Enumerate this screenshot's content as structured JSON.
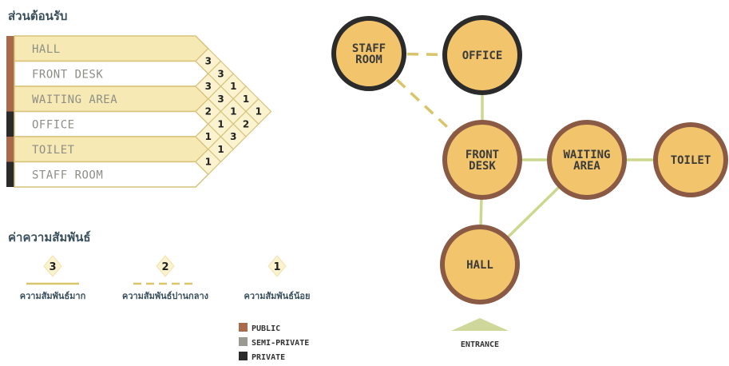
{
  "title": "ส่วนต้อนรับ",
  "colors": {
    "public": "#a86a4a",
    "semi_private": "#9a9a92",
    "private": "#2a2a2a",
    "band": "#f7e9b4",
    "band_border": "#d8c27a",
    "node_fill": "#f2c46b",
    "node_ring": "#8a5a44",
    "node_ring_dark": "#2b2b2b",
    "line": "#cdd88f",
    "dash": "#d8c46a"
  },
  "matrix": {
    "rows": [
      {
        "label": "HALL",
        "category": "public"
      },
      {
        "label": "FRONT DESK",
        "category": "public"
      },
      {
        "label": "WAITING AREA",
        "category": "public"
      },
      {
        "label": "OFFICE",
        "category": "private"
      },
      {
        "label": "TOILET",
        "category": "public"
      },
      {
        "label": "STAFF ROOM",
        "category": "private"
      }
    ],
    "cells": [
      {
        "label": "3",
        "pair": "HALL-FRONT DESK"
      },
      {
        "label": "3",
        "pair": "HALL-WAITING AREA"
      },
      {
        "label": "1",
        "pair": "HALL-OFFICE"
      },
      {
        "label": "1",
        "pair": "HALL-TOILET"
      },
      {
        "label": "1",
        "pair": "HALL-STAFF ROOM"
      },
      {
        "label": "3",
        "pair": "FRONT DESK-WAITING AREA"
      },
      {
        "label": "3",
        "pair": "FRONT DESK-OFFICE"
      },
      {
        "label": "1",
        "pair": "FRONT DESK-TOILET"
      },
      {
        "label": "2",
        "pair": "FRONT DESK-STAFF ROOM"
      },
      {
        "label": "2",
        "pair": "WAITING AREA-OFFICE"
      },
      {
        "label": "1",
        "pair": "WAITING AREA-TOILET"
      },
      {
        "label": "3",
        "pair": "WAITING AREA-STAFF ROOM"
      },
      {
        "label": "1",
        "pair": "OFFICE-TOILET"
      },
      {
        "label": "1",
        "pair": "OFFICE-STAFF ROOM"
      },
      {
        "label": "1",
        "pair": "TOILET-STAFF ROOM"
      }
    ]
  },
  "legend": {
    "title": "ค่าความสัมพันธ์",
    "items": [
      {
        "value": "3",
        "text": "ความสัมพันธ์มาก",
        "style": "solid"
      },
      {
        "value": "2",
        "text": "ความสัมพันธ์ปานกลาง",
        "style": "dashed"
      },
      {
        "value": "1",
        "text": "ความสัมพันธ์น้อย",
        "style": "none"
      }
    ]
  },
  "categories": [
    {
      "text": "PUBLIC",
      "color": "#a86a4a"
    },
    {
      "text": "SEMI-PRIVATE",
      "color": "#9a9a92"
    },
    {
      "text": "PRIVATE",
      "color": "#2a2a2a"
    }
  ],
  "bubble_diagram": {
    "nodes": [
      {
        "id": "staff",
        "lines": [
          "STAFF",
          "ROOM"
        ],
        "ring": "dark"
      },
      {
        "id": "office",
        "lines": [
          "OFFICE"
        ],
        "ring": "dark"
      },
      {
        "id": "front",
        "lines": [
          "FRONT",
          "DESK"
        ],
        "ring": "brown"
      },
      {
        "id": "waiting",
        "lines": [
          "WAITING",
          "AREA"
        ],
        "ring": "brown"
      },
      {
        "id": "toilet",
        "lines": [
          "TOILET"
        ],
        "ring": "brown"
      },
      {
        "id": "hall",
        "lines": [
          "HALL"
        ],
        "ring": "brown"
      }
    ],
    "edges": [
      {
        "from": "staff",
        "to": "office",
        "style": "dashed"
      },
      {
        "from": "staff",
        "to": "front",
        "style": "dashed"
      },
      {
        "from": "office",
        "to": "front",
        "style": "solid"
      },
      {
        "from": "front",
        "to": "waiting",
        "style": "solid"
      },
      {
        "from": "waiting",
        "to": "toilet",
        "style": "solid"
      },
      {
        "from": "front",
        "to": "hall",
        "style": "solid"
      },
      {
        "from": "hall",
        "to": "waiting",
        "style": "solid"
      }
    ],
    "entrance_label": "ENTRANCE"
  }
}
